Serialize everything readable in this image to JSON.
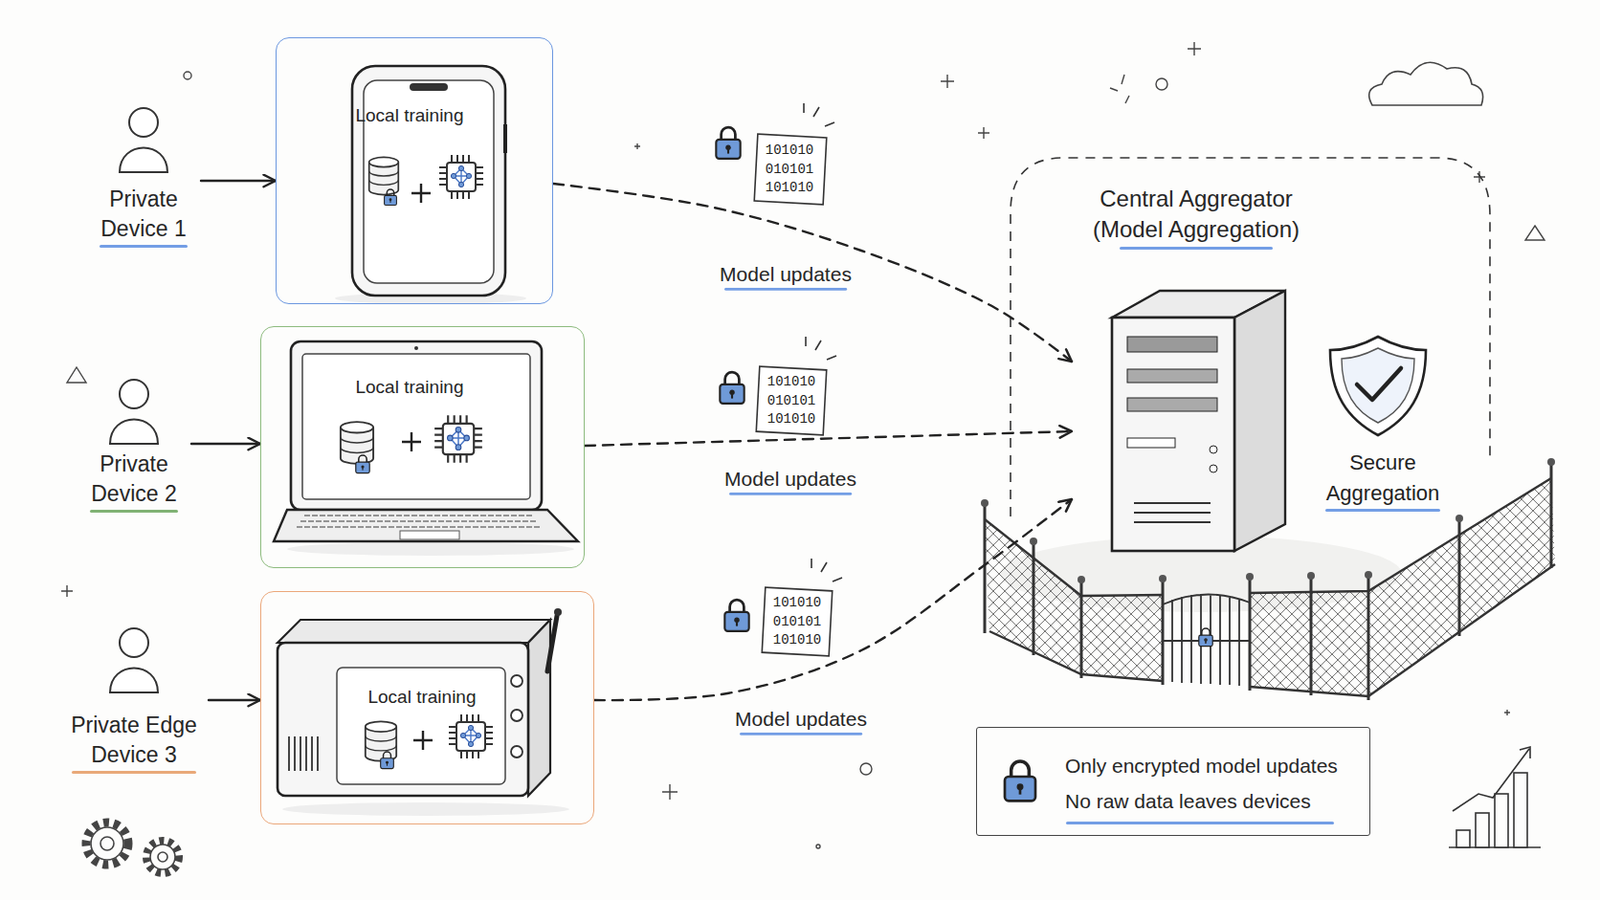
{
  "diagram": {
    "nodes": [
      {
        "text": [
          "Private Device 1"
        ]
      },
      {
        "text": [
          "Local training"
        ]
      },
      {
        "text": [
          "Private Device 2"
        ]
      },
      {
        "text": [
          "Local training"
        ]
      },
      {
        "text": [
          "Private Edge Device 3"
        ]
      },
      {
        "text": [
          "Local training"
        ]
      },
      {
        "text": [
          "Central Aggregator (Model Aggregation)"
        ]
      },
      {
        "text": [
          "Only encrypted model updates No raw data leaves devices"
        ]
      }
    ],
    "edges": [
      {
        "from": 0,
        "to": 1,
        "arrow": "to"
      },
      {
        "from": 2,
        "to": 3,
        "arrow": "to"
      },
      {
        "from": 4,
        "to": 5,
        "arrow": "to"
      },
      {
        "from": 1,
        "to": 6,
        "label": "Model updates",
        "arrow": "to"
      },
      {
        "from": 3,
        "to": 6,
        "label": "Model updates",
        "arrow": "to"
      },
      {
        "from": 5,
        "to": 6,
        "label": "Model updates",
        "arrow": "to"
      }
    ],
    "labels": [
      "101010 010101 101010",
      "101010 010101 101010",
      "101010 010101 101010",
      "Secure Aggregation"
    ]
  }
}
